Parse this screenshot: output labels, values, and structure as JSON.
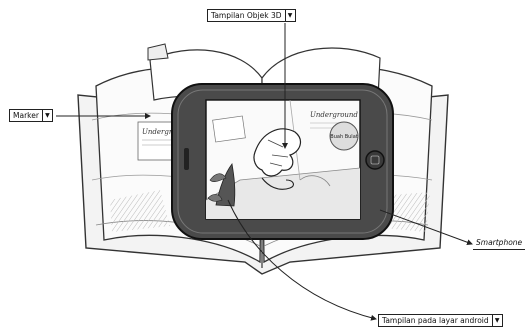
{
  "labels": {
    "objek_3d": "Tampilan Objek 3D",
    "marker": "Marker",
    "smartphone": "Smartphone",
    "layar_android": "Tampilan pada layar android"
  },
  "book_text": {
    "left_page_title": "Underground",
    "screen_title": "Underground",
    "screen_badge": "Buah Bulat"
  },
  "icons": {
    "dropdown": "triangle-down-icon",
    "phone_button": "home-button-icon"
  },
  "colors": {
    "line": "#222222",
    "phone_body": "#4a4a4a",
    "page": "#ffffff"
  }
}
